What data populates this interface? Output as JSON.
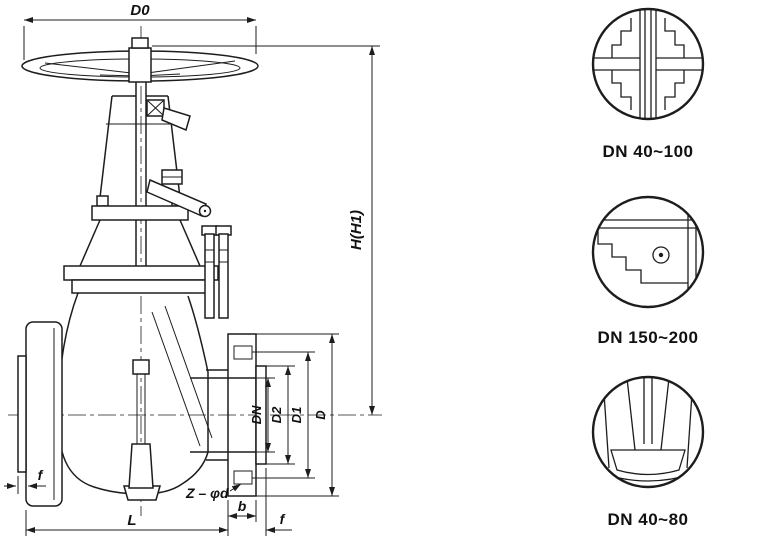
{
  "page": {
    "background": "#ffffff",
    "line_color": "#1d1d1f"
  },
  "drawing": {
    "dim_labels": {
      "d0": "D0",
      "h": "H(H1)",
      "dn": "DN",
      "d2": "D2",
      "d1": "D1",
      "d": "D",
      "l": "L",
      "b": "b",
      "f_left": "f",
      "f_right": "f",
      "z_phid": "Z – φd"
    },
    "details": [
      {
        "id": "dn40-100",
        "label": "DN 40~100"
      },
      {
        "id": "dn150-200",
        "label": "DN 150~200"
      },
      {
        "id": "dn40-80",
        "label": "DN 40~80"
      }
    ]
  }
}
